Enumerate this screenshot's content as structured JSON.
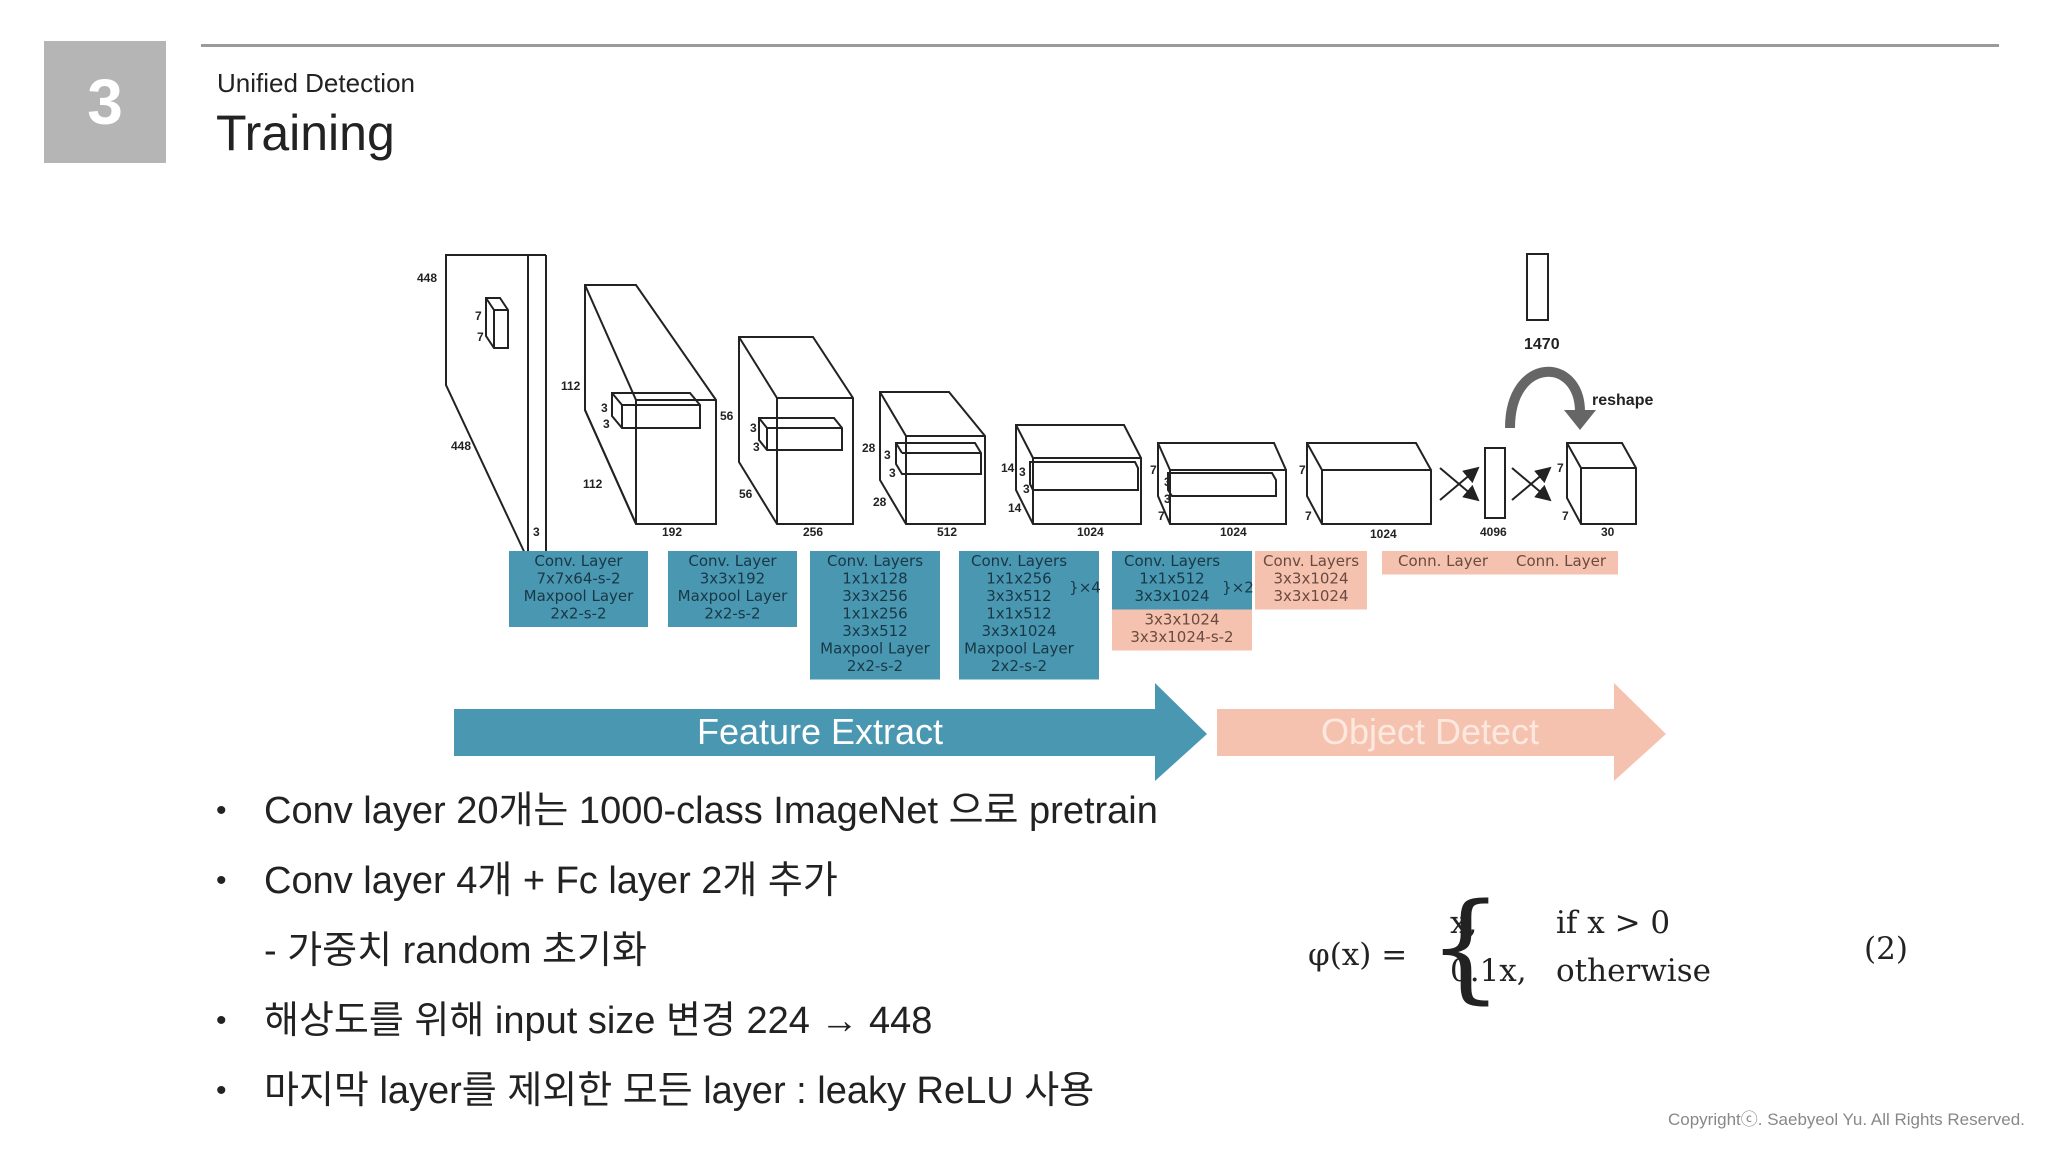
{
  "section": {
    "number": "3"
  },
  "header": {
    "subtitle": "Unified Detection",
    "title": "Training"
  },
  "diagram": {
    "dims": {
      "d448a": "448",
      "d448b": "448",
      "d7a": "7",
      "d7b": "7",
      "d3a": "3",
      "d112a": "112",
      "d112b": "112",
      "d3b": "3",
      "d3c": "3",
      "d192": "192",
      "d56a": "56",
      "d56b": "56",
      "d3d": "3",
      "d3e": "3",
      "d256": "256",
      "d28a": "28",
      "d28b": "28",
      "d3f": "3",
      "d3g": "3",
      "d512": "512",
      "d14a": "14",
      "d14b": "14",
      "d3h": "3",
      "d3i": "3",
      "d1024a": "1024",
      "d7c": "7",
      "d7d": "7",
      "d3j": "3",
      "d3k": "3",
      "d1024b": "1024",
      "d7e": "7",
      "d7f": "7",
      "d1024c": "1024",
      "d4096": "4096",
      "d7g": "7",
      "d7h": "7",
      "d30": "30",
      "d1470": "1470",
      "reshape": "reshape"
    },
    "boxes": [
      {
        "lines": [
          "Conv. Layer",
          "7x7x64-s-2",
          "Maxpool Layer",
          "2x2-s-2"
        ]
      },
      {
        "lines": [
          "Conv. Layer",
          "3x3x192",
          "Maxpool Layer",
          "2x2-s-2"
        ]
      },
      {
        "lines": [
          "Conv. Layers",
          "1x1x128",
          "3x3x256",
          "1x1x256",
          "3x3x512",
          "Maxpool Layer",
          "2x2-s-2"
        ]
      },
      {
        "lines": [
          "Conv. Layers",
          "1x1x256",
          "3x3x512",
          "1x1x512",
          "3x3x1024",
          "Maxpool Layer",
          "2x2-s-2"
        ],
        "mult": "×4"
      },
      {
        "lines": [
          "Conv. Layers",
          "1x1x512",
          "3x3x1024"
        ],
        "mult": "×2",
        "extra": [
          "3x3x1024",
          "3x3x1024-s-2"
        ]
      },
      {
        "lines": [
          "Conv. Layers",
          "3x3x1024",
          "3x3x1024"
        ]
      },
      {
        "lines": [
          "Conn. Layer"
        ]
      },
      {
        "lines": [
          "Conn. Layer"
        ]
      }
    ],
    "arrows": {
      "feature": "Feature Extract",
      "object": "Object Detect"
    },
    "colors": {
      "blue": "#4a97b2",
      "pink": "#f6c2b0",
      "line": "#222222"
    }
  },
  "bullets": [
    {
      "text": "Conv layer 20개는 1000-class ImageNet 으로 pretrain",
      "marker": "•"
    },
    {
      "text": "Conv layer 4개 + Fc layer 2개 추가",
      "marker": "•"
    },
    {
      "text": "- 가중치 random 초기화",
      "marker": ""
    },
    {
      "text": "해상도를 위해 input size 변경 224 → 448",
      "marker": "•"
    },
    {
      "text": "마지막 layer를 제외한 모든 layer : leaky ReLU 사용",
      "marker": "•"
    }
  ],
  "formula": {
    "lhs": "φ(x) =",
    "brace": "{",
    "case1": "x,",
    "cond1": "if x > 0",
    "case2": "0.1x,",
    "cond2": "otherwise",
    "number": "(2)"
  },
  "footer": {
    "copyright": "Copyrightⓒ. Saebyeol Yu. All Rights Reserved."
  }
}
